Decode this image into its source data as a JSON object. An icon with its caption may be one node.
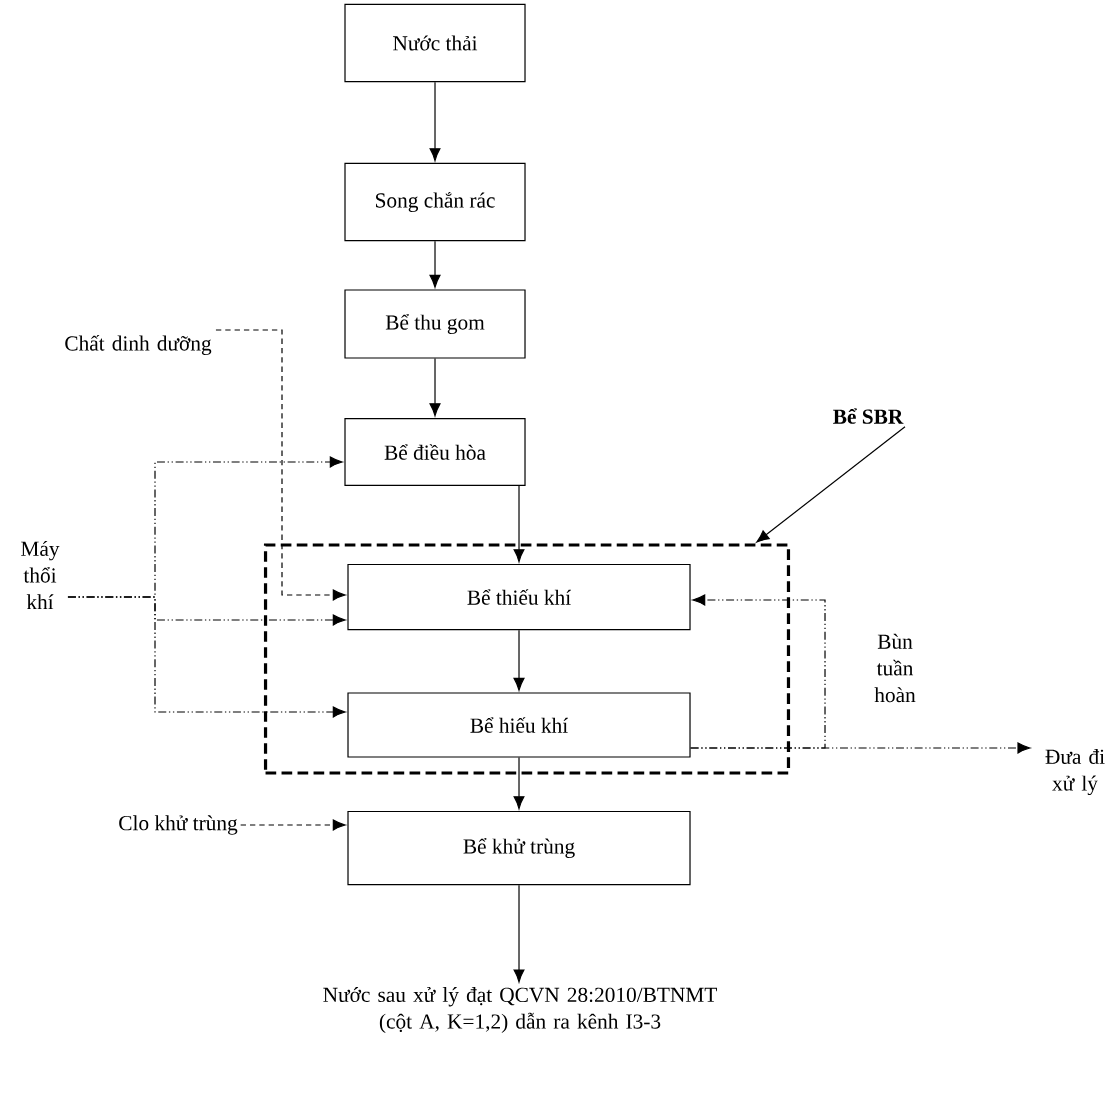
{
  "diagram": {
    "nodes": [
      {
        "text": [
          "Nước thải"
        ]
      },
      {
        "text": [
          "Song chắn rác"
        ]
      },
      {
        "text": [
          "Bể thu gom"
        ]
      },
      {
        "text": [
          "Chất dinh dưỡng"
        ]
      },
      {
        "text": [
          "Bể điều hòa"
        ]
      },
      {
        "text": [
          "Bể SBR"
        ]
      },
      {
        "text": [
          "Máy thổi khí"
        ]
      },
      {
        "text": [],
        "shape": "box"
      },
      {
        "text": [
          "Bể thiếu khí"
        ],
        "in": 7
      },
      {
        "text": [
          "Bể hiếu khí"
        ],
        "in": 7
      },
      {
        "text": [
          "Đưa đi xử lý"
        ]
      },
      {
        "text": [
          "Clo khử trùng"
        ]
      },
      {
        "text": [
          "Bể khử trùng"
        ]
      },
      {
        "text": [
          "Nước sau xử lý đạt QCVN 28:2010/BTNMT (cột A, K=1,2) dẫn ra kênh I3-3"
        ]
      }
    ],
    "edges": [
      {
        "from": 0,
        "to": 1,
        "arrow": "to"
      },
      {
        "from": 1,
        "to": 2,
        "arrow": "to"
      },
      {
        "from": 2,
        "to": 4,
        "arrow": "to"
      },
      {
        "from": 4,
        "to": 8,
        "arrow": "to"
      },
      {
        "from": 8,
        "to": 9,
        "arrow": "to"
      },
      {
        "from": 9,
        "to": 12,
        "arrow": "to"
      },
      {
        "from": 12,
        "to": 13,
        "arrow": "to"
      },
      {
        "from": 3,
        "to": 8,
        "arrow": "to",
        "style": "dashed"
      },
      {
        "from": 6,
        "to": 4,
        "arrow": "to",
        "style": "dashed"
      },
      {
        "from": 6,
        "to": 8,
        "arrow": "to",
        "style": "dashed"
      },
      {
        "from": 6,
        "to": 9,
        "arrow": "to",
        "style": "dashed"
      },
      {
        "from": 9,
        "to": 8,
        "arrow": "to",
        "style": "dashed",
        "label": "Bùn tuần hoàn"
      },
      {
        "from": 9,
        "to": 10,
        "arrow": "to",
        "style": "dashed"
      },
      {
        "from": 11,
        "to": 12,
        "arrow": "to",
        "style": "dashed"
      },
      {
        "from": 5,
        "to": 7,
        "arrow": "to"
      }
    ]
  }
}
